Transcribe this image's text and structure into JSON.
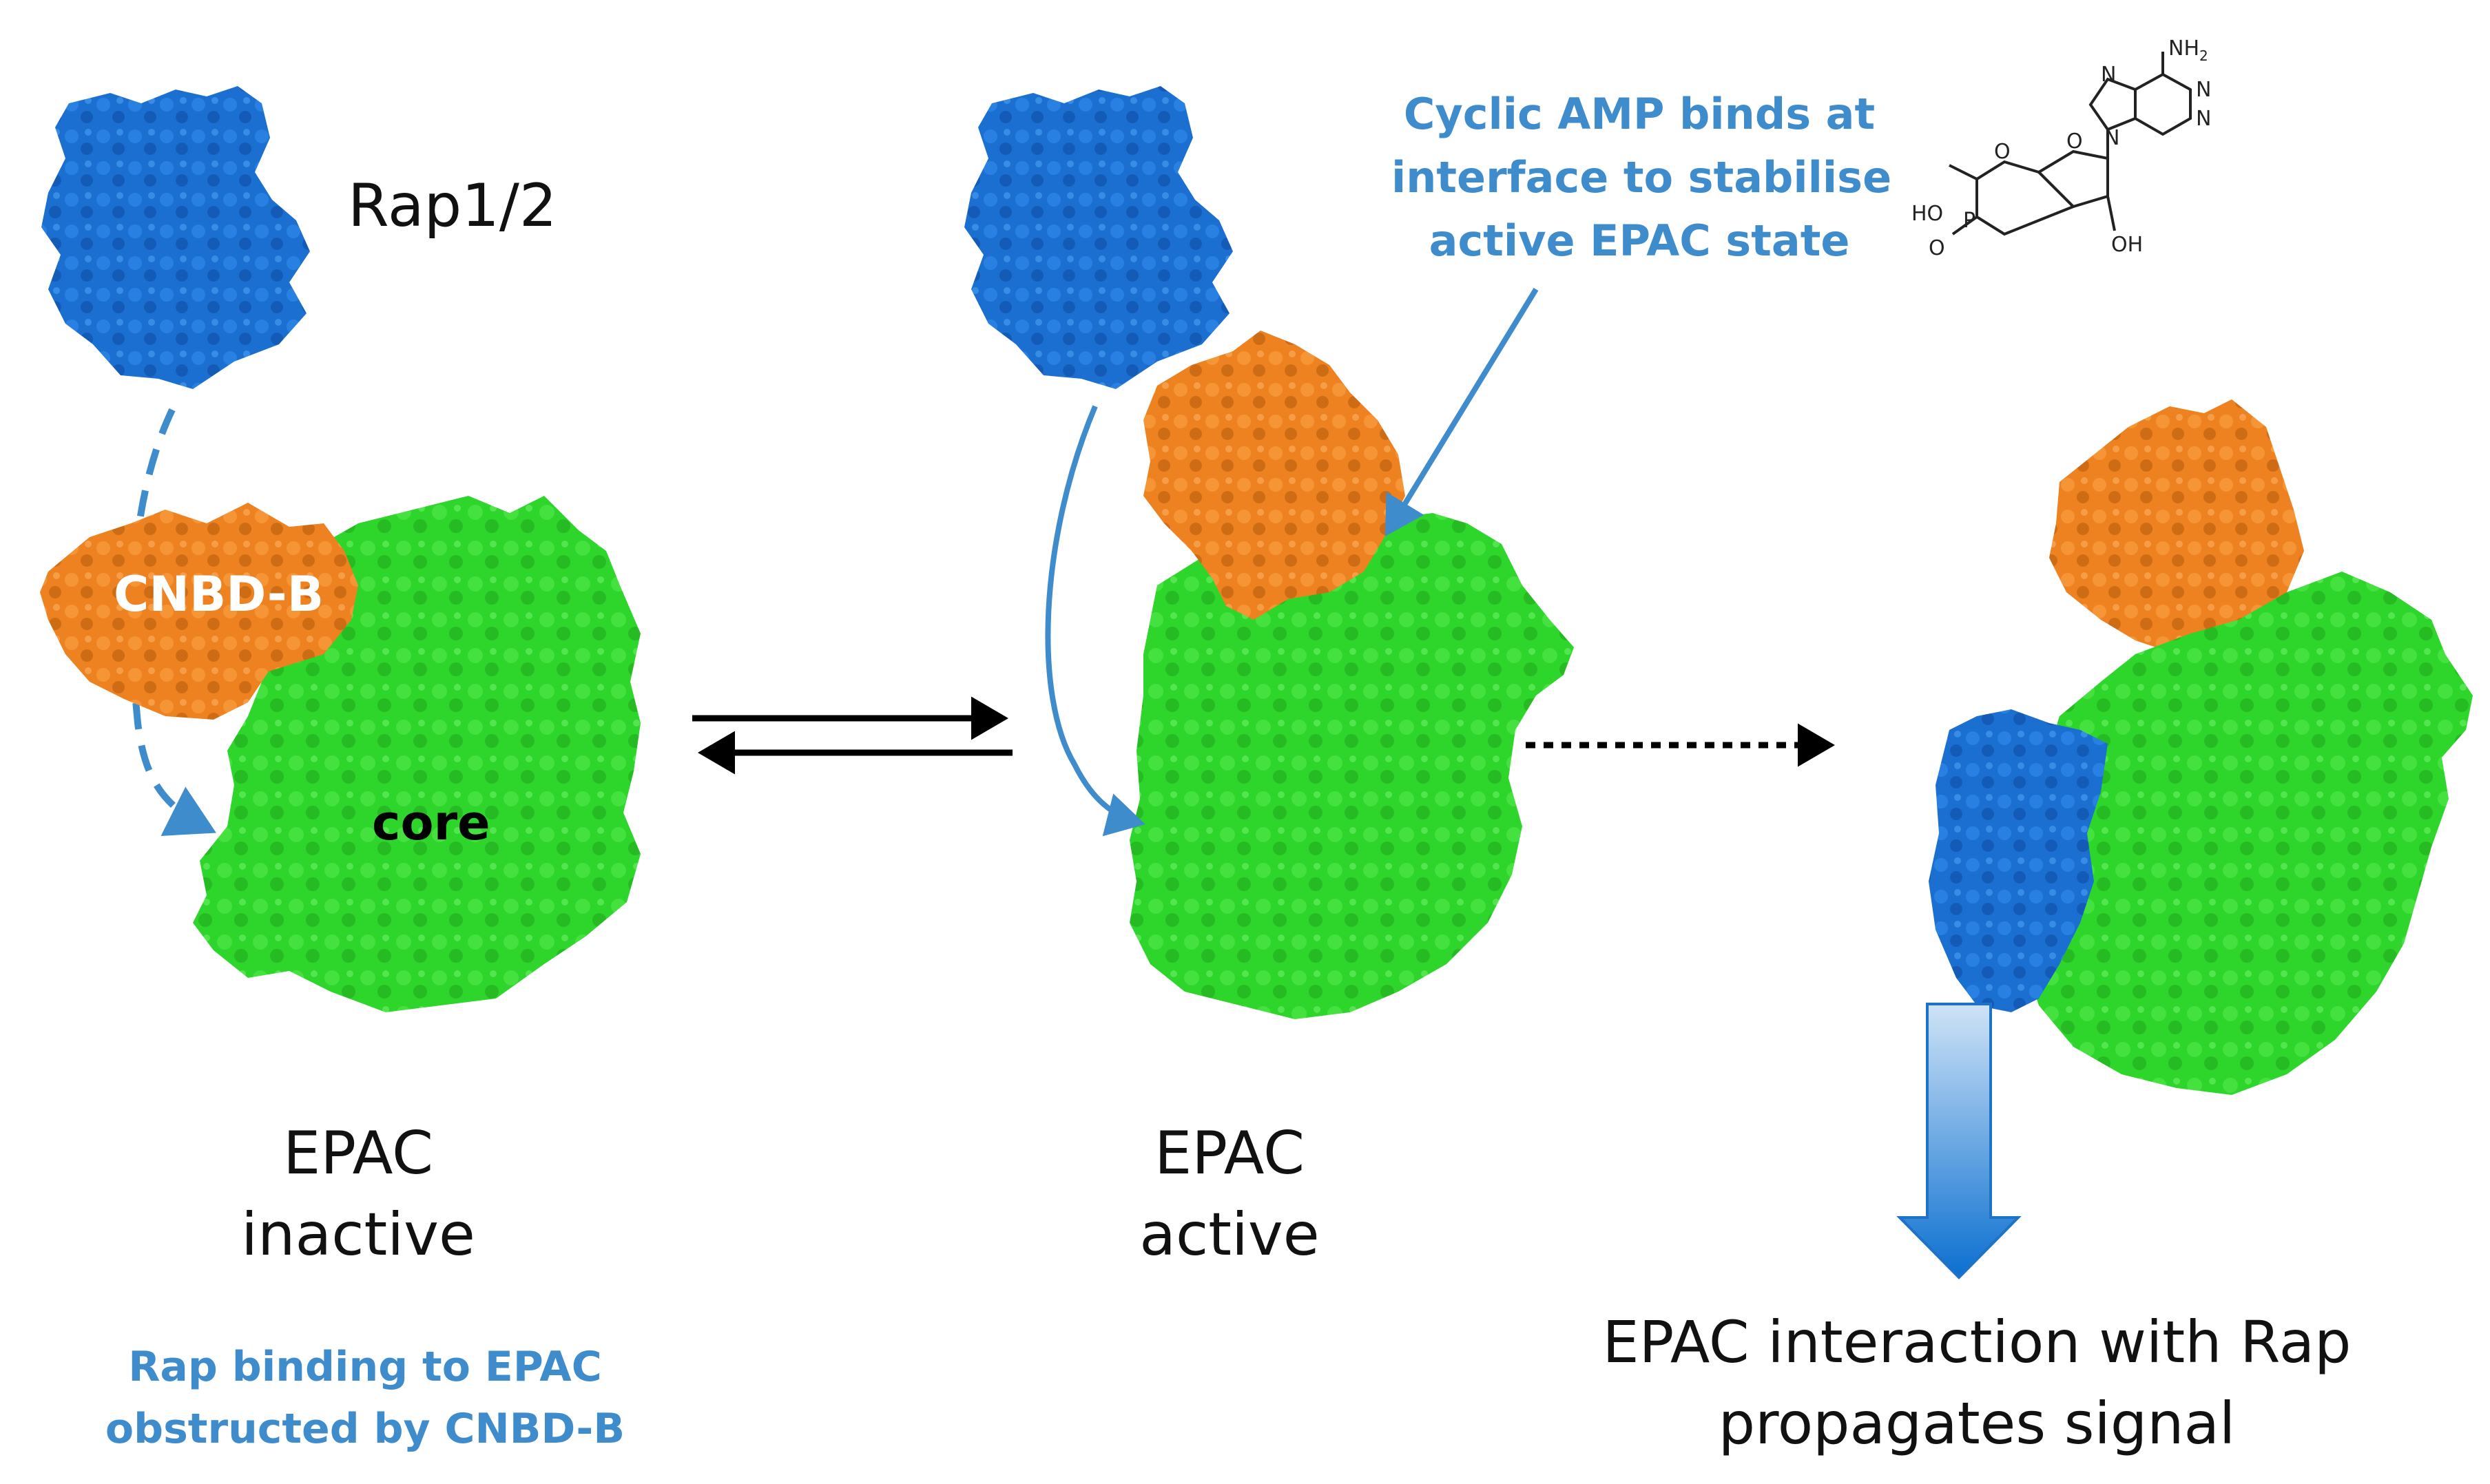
{
  "colors": {
    "rap_blue": "#1b6fd1",
    "cnbd_orange": "#ee8220",
    "core_green": "#2ed52b",
    "annotation_blue": "#3f8ccc",
    "arrow_black": "#000000"
  },
  "labels": {
    "rap": "Rap1/2",
    "cnbd": "CNBD-B",
    "core": "core",
    "epac1": "EPAC",
    "inactive": "inactive",
    "epac2": "EPAC",
    "active": "active",
    "camp_note_line1": "Cyclic AMP binds at",
    "camp_note_line2": "interface to stabilise",
    "camp_note_line3": "active EPAC state",
    "obstructed_line1": "Rap binding to EPAC",
    "obstructed_line2": "obstructed by CNBD-B",
    "signal_line1": "EPAC interaction with Rap",
    "signal_line2": "propagates signal"
  },
  "molecule": {
    "nh2": "NH",
    "nh2_sub": "2",
    "n": "N",
    "o": "O",
    "p": "P",
    "ho": "HO",
    "oh": "OH"
  },
  "icons": {
    "equilibrium": "equilibrium-arrows-icon",
    "progression": "dotted-arrow-icon",
    "signal": "down-arrow-icon",
    "camp": "cyclic-amp-structure-icon"
  }
}
